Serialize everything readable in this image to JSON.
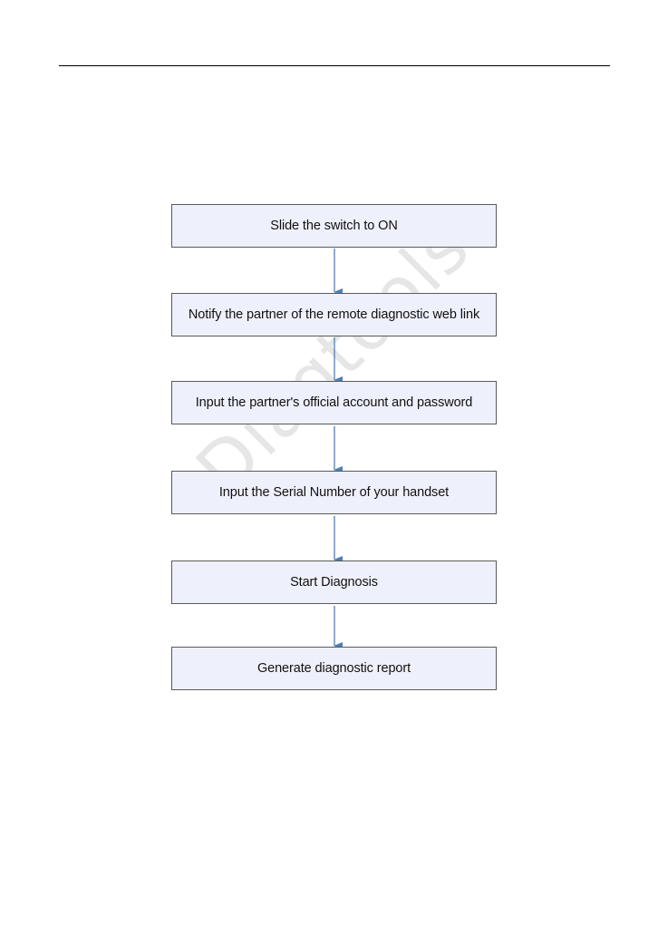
{
  "flowchart": {
    "steps": [
      {
        "label": "Slide the switch to ON"
      },
      {
        "label": "Notify the partner of the remote diagnostic web link"
      },
      {
        "label": "Input the partner's official account and password"
      },
      {
        "label": "Input the Serial Number of your handset"
      },
      {
        "label": "Start Diagnosis"
      },
      {
        "label": "Generate diagnostic report"
      }
    ],
    "arrow_color": "#4f7fb5",
    "box_fill": "#eef1fb"
  },
  "watermark": {
    "text": "Diagtools"
  }
}
